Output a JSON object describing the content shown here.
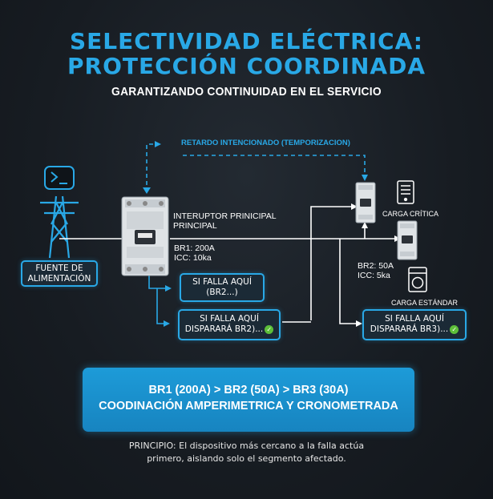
{
  "header": {
    "title_line1": "SELECTIVIDAD ELÉCTRICA:",
    "title_line2": "PROTECCIÓN COORDINADA",
    "subtitle": "GARANTIZANDO CONTINUIDAD EN EL SERVICIO"
  },
  "diagram": {
    "delay_label": "RETARDO INTENCIONADO (TEMPORIZACION)",
    "source_label_line1": "FUENTE DE",
    "source_label_line2": "ALIMENTACIÓN",
    "main_breaker_line1": "INTERUPTOR PRINICIPAL",
    "main_breaker_line2": "PRINCIPAL",
    "br1_rating": "BR1: 200A",
    "br1_icc": "ICC: 10ka",
    "br2_rating": "BR2: 50A",
    "br2_icc": "ICC: 5ka",
    "critical_load": "CARGA CRÍTICA",
    "standard_load": "CARGA ESTÁNDAR",
    "fault_box1_line1": "SI FALLA AQUÍ",
    "fault_box1_line2": "(BR2...)",
    "fault_box2_line1": "SI FALLA AQUÍ",
    "fault_box2_line2": "DISPARARÁ BR2)...",
    "fault_box3_line1": "SI FALLA AQUÍ",
    "fault_box3_line2": "DISPARARÁ BR3)..."
  },
  "banner": {
    "line1": "BR1 (200A) > BR2 (50A) > BR3 (30A)",
    "line2": "COODINACIÓN AMPERIMETRICA Y CRONOMETRADA"
  },
  "footer": {
    "principle_line1": "PRINCIPIO: El dispositivo más cercano a la falla actúa",
    "principle_line2": "primero, aislando solo el segmento afectado."
  },
  "colors": {
    "accent": "#29a8e6",
    "background": "#171c22",
    "ok_green": "#5dbf3a"
  },
  "icons": [
    "terminal-icon",
    "power-pylon-icon",
    "circuit-breaker-icon",
    "server-icon",
    "appliance-icon",
    "check-icon"
  ]
}
